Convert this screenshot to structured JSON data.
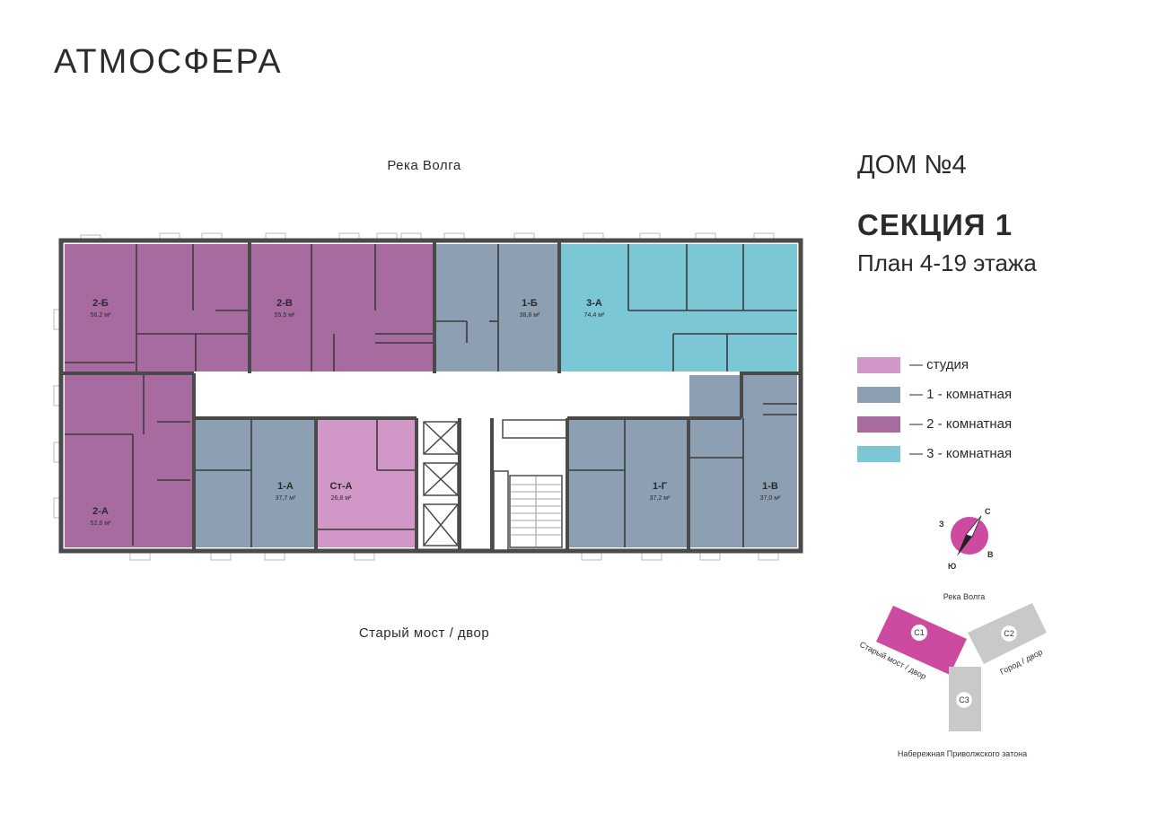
{
  "brand": "АТМОСФЕРА",
  "river_top": "Река Волга",
  "river_bottom": "Старый мост / двор",
  "house": "ДОМ №4",
  "section": "СЕКЦИЯ 1",
  "plan": "План 4-19 этажа",
  "colors": {
    "studio": "#d197c7",
    "one_room": "#8d9fb2",
    "two_room": "#a86ba0",
    "three_room": "#7cc7d6",
    "walls": "#4a4a4a",
    "compass": "#cc4aa0",
    "c2c3": "#c9c9c9"
  },
  "legend": [
    {
      "label": "— студия",
      "color": "#d197c7"
    },
    {
      "label": "— 1 - комнатная",
      "color": "#8d9fb2"
    },
    {
      "label": "— 2 - комнатная",
      "color": "#a86ba0"
    },
    {
      "label": "— 3 - комнатная",
      "color": "#7cc7d6"
    }
  ],
  "apartments": [
    {
      "code": "2-Б",
      "area": "56,2 м²",
      "type": "two_room"
    },
    {
      "code": "2-В",
      "area": "55,5 м²",
      "type": "two_room"
    },
    {
      "code": "1-Б",
      "area": "38,8 м²",
      "type": "one_room"
    },
    {
      "code": "3-А",
      "area": "74,4 м²",
      "type": "three_room"
    },
    {
      "code": "2-А",
      "area": "52,6 м²",
      "type": "two_room"
    },
    {
      "code": "1-А",
      "area": "37,7 м²",
      "type": "one_room"
    },
    {
      "code": "Ст-А",
      "area": "26,8 м²",
      "type": "studio"
    },
    {
      "code": "1-Г",
      "area": "37,2 м²",
      "type": "one_room"
    },
    {
      "code": "1-В",
      "area": "37,0 м²",
      "type": "one_room"
    }
  ],
  "compass": {
    "n": "С",
    "s": "Ю",
    "w": "З",
    "e": "В"
  },
  "site": {
    "top": "Река Волга",
    "left": "Старый мост / двор",
    "right": "Город / двор",
    "bottom": "Набережная Приволжского затона",
    "c1": "С1",
    "c2": "С2",
    "c3": "С3"
  }
}
